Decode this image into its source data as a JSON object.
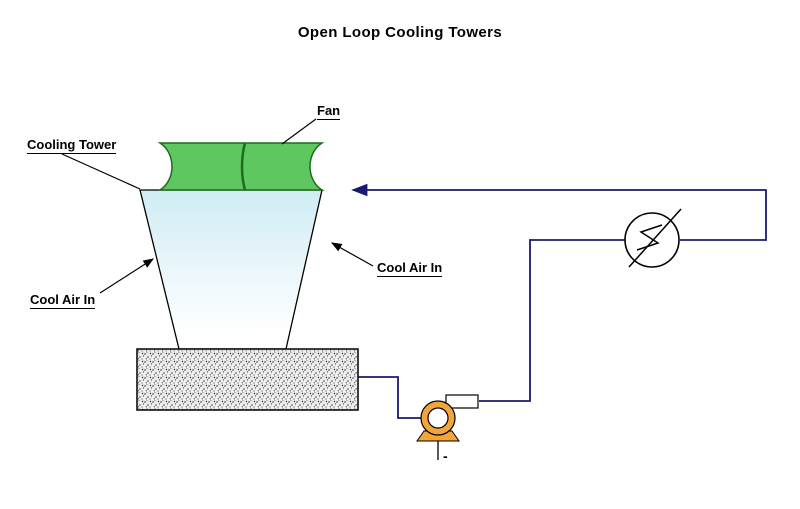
{
  "title": "Open Loop Cooling Towers",
  "labels": {
    "fan": "Fan",
    "cooling_tower": "Cooling Tower",
    "cool_air_in_left": "Cool Air In",
    "cool_air_in_right": "Cool Air In",
    "pump_drain": "-"
  },
  "colors": {
    "background": "#ffffff",
    "outline": "#000000",
    "fan_fill": "#5fc75f",
    "fan_stroke": "#1e6b1e",
    "tower_fill": "#cfecf5",
    "pipe": "#191970",
    "pump_fill": "#f2a53a",
    "basin_dot": "#333333"
  }
}
